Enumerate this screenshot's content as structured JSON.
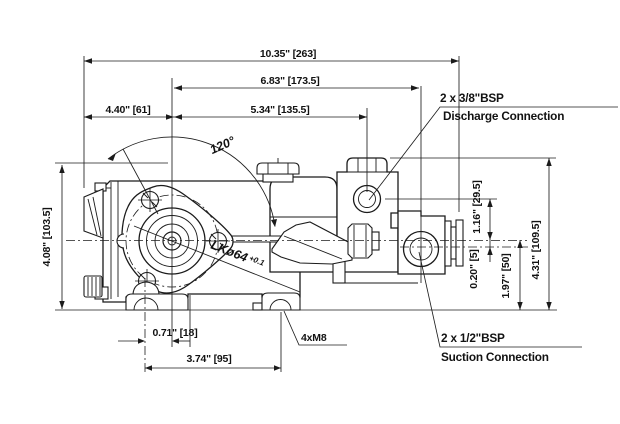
{
  "colors": {
    "ink": "#1b1b1b",
    "paper": "#ffffff"
  },
  "dims": {
    "overall_width": "10.35\" [263]",
    "center_to_suction": "6.83\" [173.5]",
    "center_to_discharge": "5.34\" [135.5]",
    "left_to_center": "4.40\" [61]",
    "overall_height_left": "4.08\" [103.5]",
    "bolt_angle": "120°",
    "bolt_circle": "LKø64",
    "bolt_circle_tol": "+0.1",
    "discharge_above_center": "1.16\" [29.5]",
    "suction_below_center": "0.20\" [5]",
    "center_to_base": "1.97\" [50]",
    "overall_height_right": "4.31\" [109.5]",
    "bolt_to_center": "0.71\" [18]",
    "foot_hole_spacing": "3.74\" [95]",
    "mounting_holes": "4xM8"
  },
  "labels": {
    "discharge_size": "2 x 3/8\"BSP",
    "discharge_name": "Discharge Connection",
    "suction_size": "2 x 1/2\"BSP",
    "suction_name": "Suction Connection"
  }
}
